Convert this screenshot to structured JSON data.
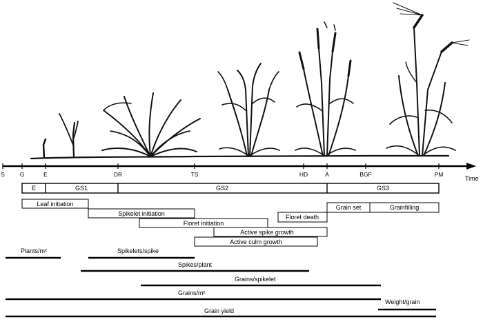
{
  "timeline": {
    "time_label": "Time",
    "stages": [
      "S",
      "G",
      "E",
      "DR",
      "TS",
      "HD",
      "A",
      "BGF",
      "PM"
    ]
  },
  "phases": {
    "e": "E",
    "gs1": "GS1",
    "gs2": "GS2",
    "gs3": "GS3"
  },
  "processes": {
    "leaf_initiation": "Leaf initiation",
    "spikelet_initiation": "Spikelet initiation",
    "floret_initiation": "Floret initiation",
    "floret_death": "Floret death",
    "grain_set": "Grain set",
    "grainfilling": "Grainfilling",
    "active_spike_growth": "Active spike growth",
    "active_culm_growth": "Active culm growth"
  },
  "components": {
    "plants_m2": "Plants/m²",
    "spikelets_spike": "Spikelets/spike",
    "spikes_plant": "Spikes/plant",
    "grains_spikelet": "Grains/spikelet",
    "grains_m2": "Grains/m²",
    "weight_grain": "Weight/grain",
    "grain_yield": "Grain yield"
  }
}
